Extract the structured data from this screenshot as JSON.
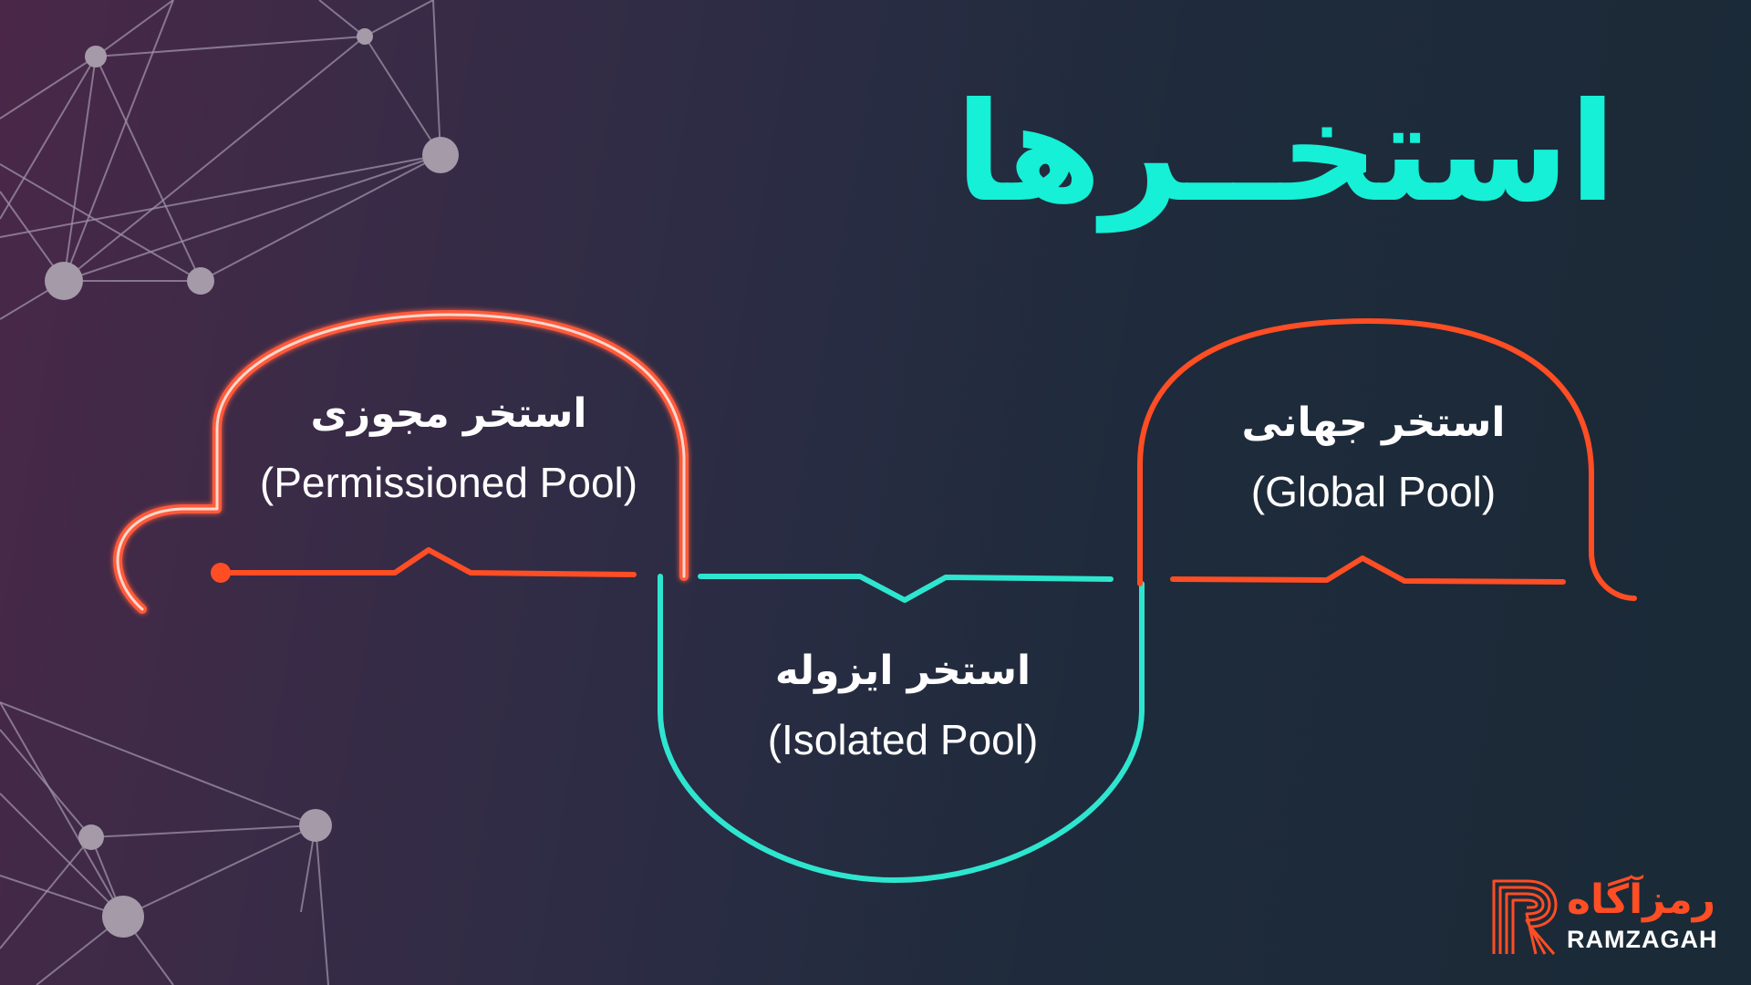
{
  "title": "استخــرها",
  "pools": {
    "permissioned": {
      "name_fa": "استخر مجوزی",
      "name_en": "(Permissioned Pool)"
    },
    "isolated": {
      "name_fa": "استخر ایزوله",
      "name_en": "(Isolated Pool)"
    },
    "global": {
      "name_fa": "استخر جهانی",
      "name_en": "(Global Pool)"
    }
  },
  "logo": {
    "name_fa": "رمزآگاه",
    "name_en": "RAMZAGAH"
  },
  "colors": {
    "accent_teal": "#15f0d6",
    "accent_orange": "#ff4d24",
    "network_nodes": "#a49aa8"
  }
}
